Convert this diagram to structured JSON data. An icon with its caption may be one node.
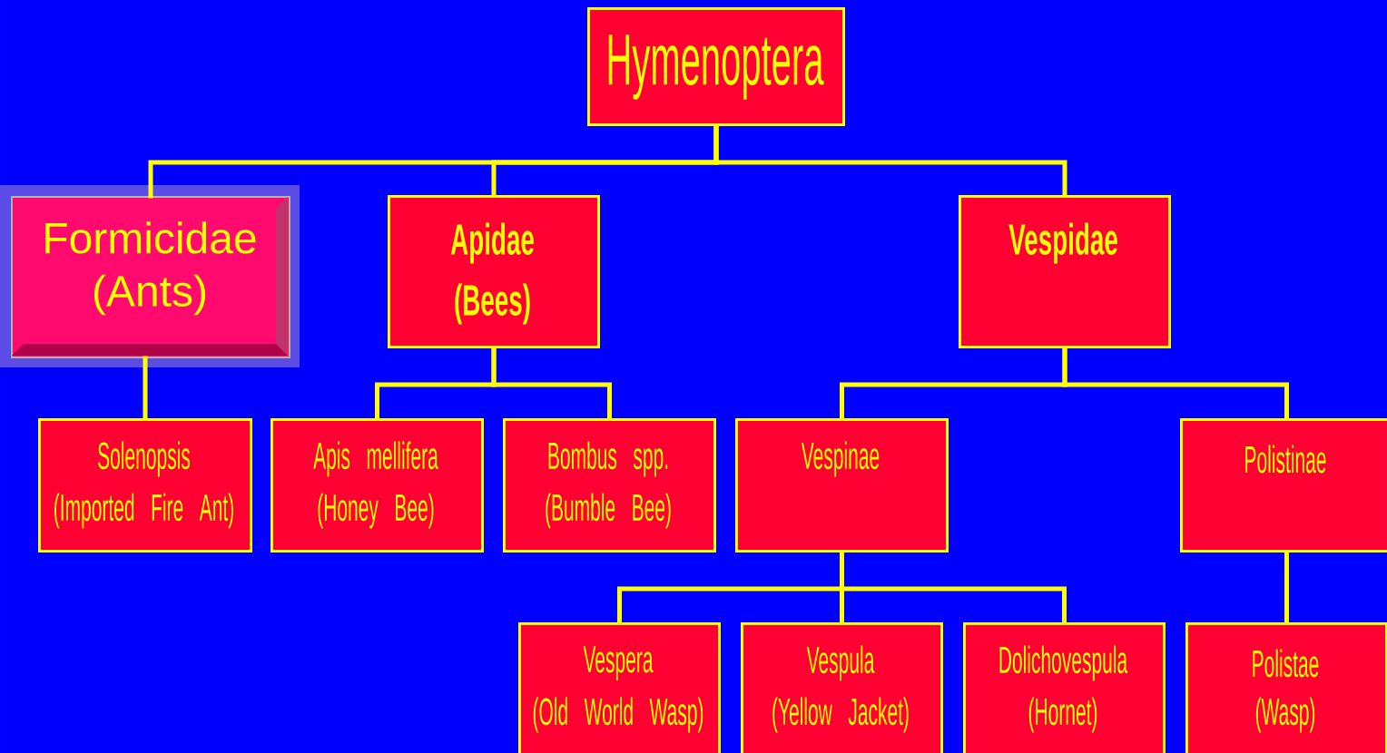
{
  "diagram": {
    "nodes": [
      {
        "text": [
          "Hymenoptera"
        ]
      },
      {
        "text": [
          "Formicidae",
          "(Ants)"
        ]
      },
      {
        "text": [
          "Apidae",
          "(Bees)"
        ]
      },
      {
        "text": [
          "Vespidae"
        ]
      },
      {
        "text": [
          "Solenopsis",
          "(Imported Fire Ant)"
        ]
      },
      {
        "text": [
          "Apis mellifera",
          "(Honey Bee)"
        ]
      },
      {
        "text": [
          "Bombus spp.",
          "(Bumble Bee)"
        ]
      },
      {
        "text": [
          "Vespinae"
        ]
      },
      {
        "text": [
          "Polistinae"
        ]
      },
      {
        "text": [
          "Vespera",
          "(Old World Wasp)"
        ]
      },
      {
        "text": [
          "Vespula",
          "(Yellow Jacket)"
        ]
      },
      {
        "text": [
          "Dolichovespula",
          "(Hornet)"
        ]
      },
      {
        "text": [
          "Polistae",
          "(Wasp)"
        ]
      }
    ],
    "edges": [
      {
        "from": 0,
        "to": 1,
        "arrow": "none"
      },
      {
        "from": 0,
        "to": 2,
        "arrow": "none"
      },
      {
        "from": 0,
        "to": 3,
        "arrow": "none"
      },
      {
        "from": 1,
        "to": 4,
        "arrow": "none"
      },
      {
        "from": 2,
        "to": 5,
        "arrow": "none"
      },
      {
        "from": 2,
        "to": 6,
        "arrow": "none"
      },
      {
        "from": 3,
        "to": 7,
        "arrow": "none"
      },
      {
        "from": 3,
        "to": 8,
        "arrow": "none"
      },
      {
        "from": 7,
        "to": 9,
        "arrow": "none"
      },
      {
        "from": 7,
        "to": 10,
        "arrow": "none"
      },
      {
        "from": 7,
        "to": 11,
        "arrow": "none"
      },
      {
        "from": 8,
        "to": 12,
        "arrow": "none"
      }
    ]
  }
}
